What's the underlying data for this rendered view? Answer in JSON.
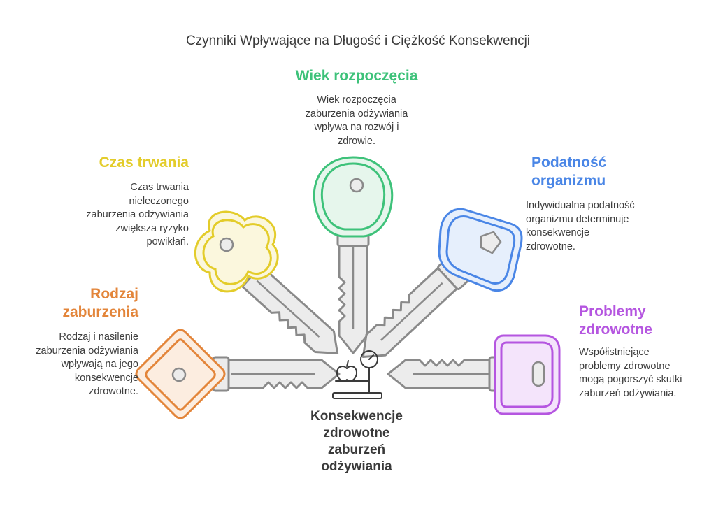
{
  "title": "Czynniki Wpływające na Długość i Ciężkość Konsekwencji",
  "center": {
    "label": "Konsekwencje\nzdrowotne\nzaburzeń\nodżywiania",
    "icon": "scale-with-apple-icon"
  },
  "factors": [
    {
      "id": "wiek",
      "heading": "Wiek rozpoczęcia",
      "description": "Wiek rozpoczęcia\nzaburzenia odżywiania\nwpływa na rozwój i\nzdrowie.",
      "color": "#3ec27a",
      "fill": "#e6f6ec",
      "icon": "key-icon"
    },
    {
      "id": "czas",
      "heading": "Czas trwania",
      "description": "Czas trwania\nnieleczonego\nzaburzenia odżywiania\nzwiększa ryzyko\npowikłań.",
      "color": "#e3cc2a",
      "fill": "#fbf7dd",
      "icon": "key-icon"
    },
    {
      "id": "podatnosc",
      "heading": "Podatność\norganizmu",
      "description": "Indywidualna podatność\norganizmu determinuje\nkonsekwencje\nzdrowotne.",
      "color": "#4a86e6",
      "fill": "#e6effc",
      "icon": "key-icon"
    },
    {
      "id": "rodzaj",
      "heading": "Rodzaj\nzaburzenia",
      "description": "Rodzaj i nasilenie\nzaburzenia odżywiania\nwpływają na jego\nkonsekwencje\nzdrowotne.",
      "color": "#e3853a",
      "fill": "#fcede0",
      "icon": "key-icon"
    },
    {
      "id": "problemy",
      "heading": "Problemy\nzdrowotne",
      "description": "Współistniejące\nproblemy zdrowotne\nmogą pogorszyć skutki\nzaburzeń odżywiania.",
      "color": "#b556e0",
      "fill": "#f4e4fb",
      "icon": "key-icon"
    }
  ],
  "colors": {
    "key_blade_stroke": "#8a8a8a",
    "key_blade_fill": "#ececec",
    "text": "#3a3a3a"
  }
}
